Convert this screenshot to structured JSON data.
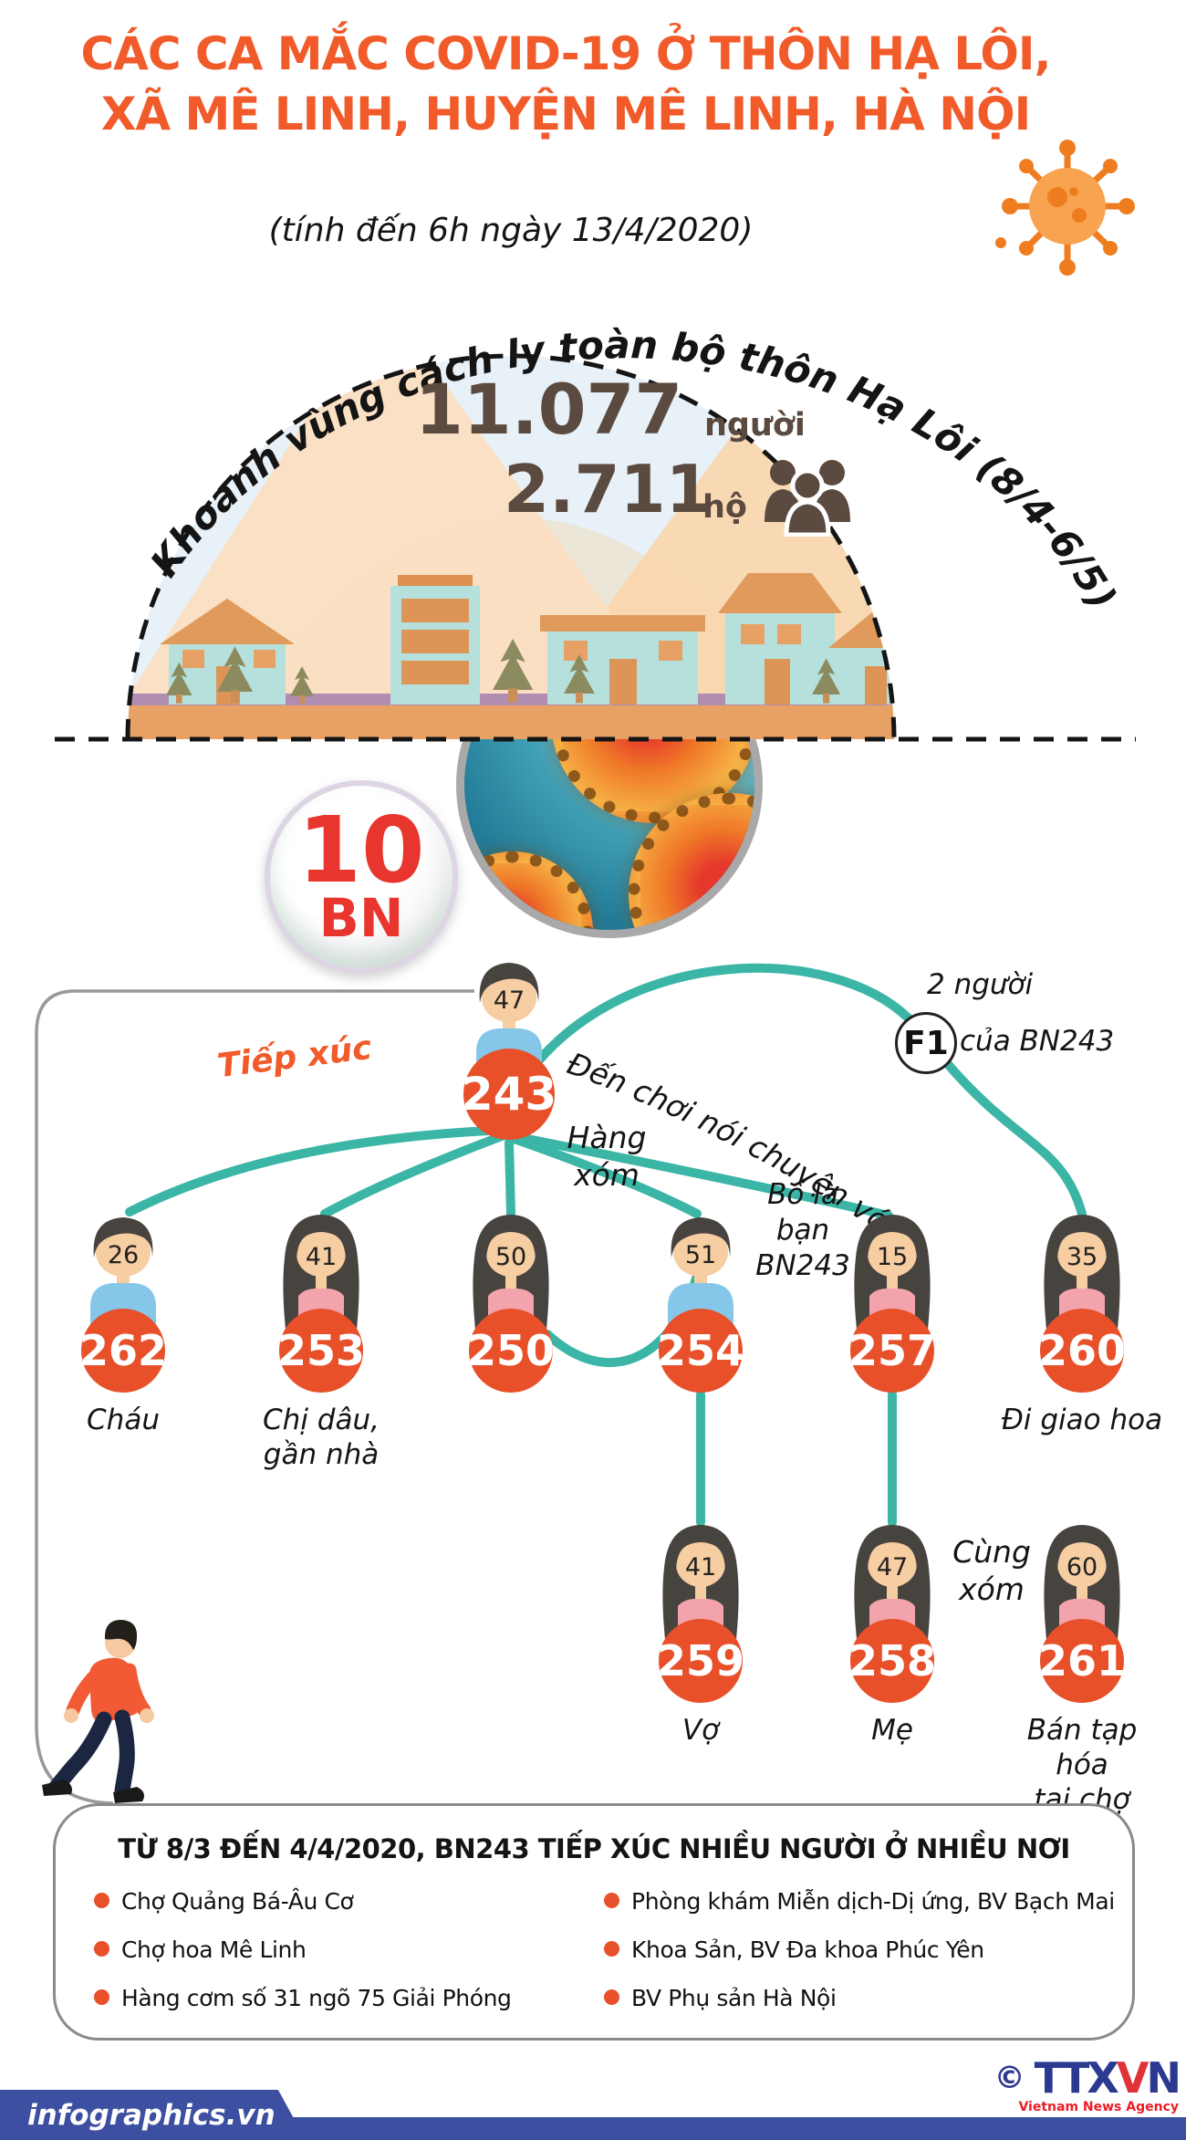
{
  "title": {
    "line1": "CÁC CA MẮC COVID-19 Ở THÔN HẠ LÔI,",
    "line2": "XÃ MÊ LINH, HUYỆN MÊ LINH, HÀ NỘI",
    "subtitle": "(tính đến 6h ngày 13/4/2020)"
  },
  "quarantine": {
    "arc_text": "Khoanh vùng cách ly toàn bộ thôn Hạ Lôi (8/4-6/5)",
    "people_count": "11.077",
    "people_unit": "người",
    "household_count": "2.711",
    "household_unit": "hộ"
  },
  "badge": {
    "count": "10",
    "unit": "BN"
  },
  "network": {
    "hub": {
      "id": "243",
      "age": "47",
      "gender": "male"
    },
    "hub_label": "Tiếp xúc",
    "hub_edge_label": "Đến chơi nói chuyện với bạn",
    "f1": {
      "label": "F1",
      "line1": "2 người",
      "line2": "của BN243"
    },
    "neighbor_label": "Hàng\nxóm",
    "father_label": "Bố là\nbạn\nBN243",
    "same_hamlet_label": "Cùng\nxóm",
    "contacts": [
      {
        "id": "262",
        "age": "26",
        "gender": "male",
        "label": "Cháu"
      },
      {
        "id": "253",
        "age": "41",
        "gender": "female",
        "label": "Chị dâu,\ngần nhà"
      },
      {
        "id": "250",
        "age": "50",
        "gender": "female",
        "label": ""
      },
      {
        "id": "254",
        "age": "51",
        "gender": "male",
        "label": ""
      },
      {
        "id": "257",
        "age": "15",
        "gender": "female",
        "label": ""
      },
      {
        "id": "260",
        "age": "35",
        "gender": "female",
        "label": "Đi giao hoa"
      }
    ],
    "secondary": [
      {
        "id": "259",
        "age": "41",
        "gender": "female",
        "label": "Vợ"
      },
      {
        "id": "258",
        "age": "47",
        "gender": "female",
        "label": "Mẹ"
      },
      {
        "id": "261",
        "age": "60",
        "gender": "female",
        "label": "Bán tạp hóa\ntại chợ"
      }
    ]
  },
  "places_panel": {
    "heading": "TỪ 8/3 ĐẾN 4/4/2020, BN243 TIẾP XÚC NHIỀU NGƯỜI Ở NHIỀU NƠI",
    "left": [
      "Chợ Quảng Bá-Âu Cơ",
      "Chợ hoa Mê Linh",
      "Hàng cơm số 31 ngõ 75 Giải Phóng"
    ],
    "right": [
      "Phòng khám Miễn dịch-Dị ứng, BV Bạch Mai",
      "Khoa Sản, BV Đa khoa Phúc Yên",
      "BV Phụ sản Hà Nội"
    ]
  },
  "footer": {
    "site": "infographics.vn",
    "copyright": "©",
    "agency_ttx": "TTX",
    "agency_v": "V",
    "agency_n": "N",
    "agency_sub": "Vietnam News Agency"
  },
  "colors": {
    "accent_orange": "#F15A29",
    "patient_red": "#E8502A",
    "edge_teal": "#3AB5A6",
    "number_brown": "#5B4A3F",
    "footer_blue": "#3C4FA1",
    "brand_blue": "#2B3990",
    "brand_red": "#ED1C24",
    "badge_red": "#E8352E"
  }
}
